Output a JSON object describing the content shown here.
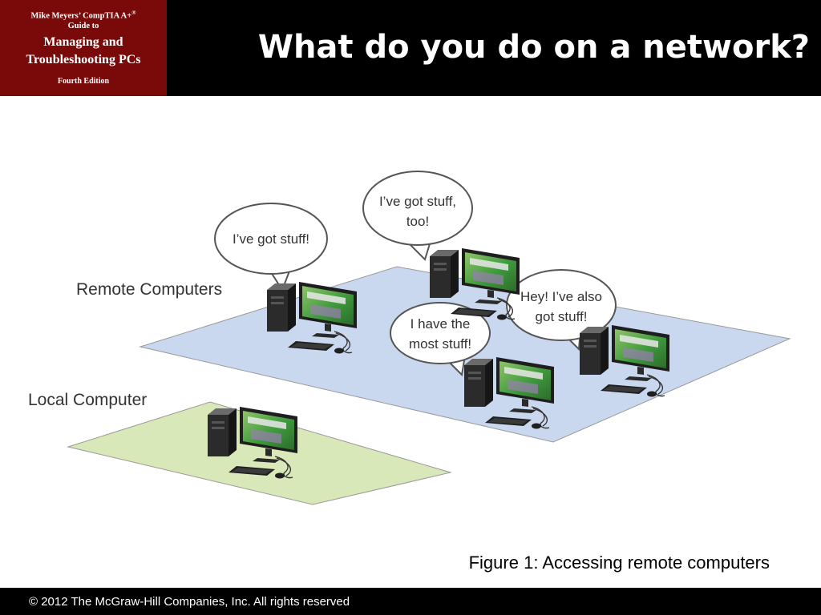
{
  "book": {
    "line1": "Mike Meyers’ CompTIA A+",
    "reg": "®",
    "line1b": "Guide to",
    "line2a": "Managing and",
    "line2b": "Troubleshooting PCs",
    "edition": "Fourth Edition",
    "color": "#7a0a0a"
  },
  "slide": {
    "title": "What do you do on a network?"
  },
  "diagram": {
    "remote_label": "Remote Computers",
    "local_label": "Local Computer",
    "remote_plane_color": "#c9d8ee",
    "local_plane_color": "#d9e8b8",
    "bubbles": [
      {
        "lines": [
          "I’ve got stuff!"
        ]
      },
      {
        "lines": [
          "I’ve got stuff,",
          "too!"
        ]
      },
      {
        "lines": [
          "Hey! I’ve also",
          "got stuff!"
        ]
      },
      {
        "lines": [
          "I have the",
          "most stuff!"
        ]
      }
    ],
    "computers": [
      {
        "id": "remote-computer-1"
      },
      {
        "id": "remote-computer-2"
      },
      {
        "id": "remote-computer-3"
      },
      {
        "id": "remote-computer-4"
      },
      {
        "id": "local-computer"
      }
    ]
  },
  "caption": "Figure 1: Accessing remote computers",
  "footer": {
    "copyright": "© 2012 The McGraw-Hill Companies, Inc. All rights reserved"
  }
}
